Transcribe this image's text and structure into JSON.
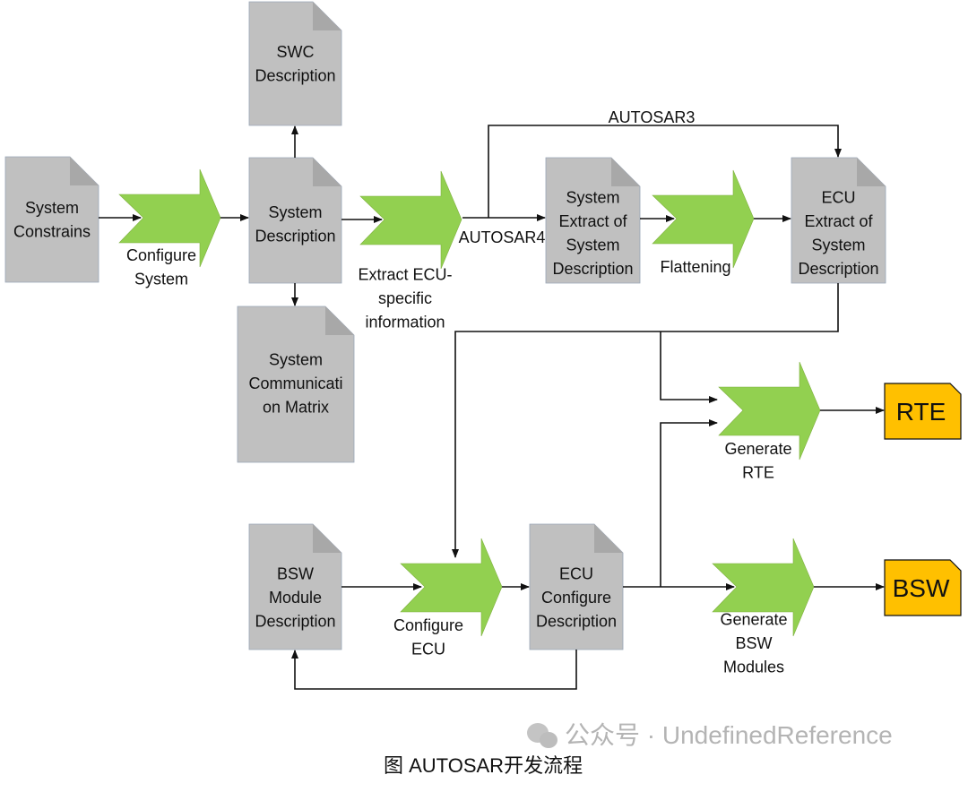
{
  "documents": [
    {
      "id": "system-constrains",
      "lines": [
        "System",
        "Constrains"
      ]
    },
    {
      "id": "swc-description",
      "lines": [
        "SWC",
        "Description"
      ]
    },
    {
      "id": "system-description",
      "lines": [
        "System",
        "Description"
      ]
    },
    {
      "id": "system-communication-matrix",
      "lines": [
        "System",
        "Communicati",
        "on Matrix"
      ]
    },
    {
      "id": "system-extract",
      "lines": [
        "System",
        "Extract of",
        "System",
        "Description"
      ]
    },
    {
      "id": "ecu-extract",
      "lines": [
        "ECU",
        "Extract of",
        "System",
        "Description"
      ]
    },
    {
      "id": "bsw-module-description",
      "lines": [
        "BSW",
        "Module",
        "Description"
      ]
    },
    {
      "id": "ecu-configure-description",
      "lines": [
        "ECU",
        "Configure",
        "Description"
      ]
    }
  ],
  "outputs": [
    {
      "id": "rte",
      "label": "RTE"
    },
    {
      "id": "bsw",
      "label": "BSW"
    }
  ],
  "processes": [
    {
      "id": "configure-system",
      "lines": [
        "Configure",
        "System"
      ]
    },
    {
      "id": "extract-ecu",
      "lines": [
        "Extract ECU-",
        "specific",
        "information"
      ]
    },
    {
      "id": "flattening",
      "lines": [
        "Flattening"
      ]
    },
    {
      "id": "generate-rte",
      "lines": [
        "Generate",
        "RTE"
      ]
    },
    {
      "id": "configure-ecu",
      "lines": [
        "Configure",
        "ECU"
      ]
    },
    {
      "id": "generate-bsw",
      "lines": [
        "Generate",
        "BSW",
        "Modules"
      ]
    }
  ],
  "edge_labels": {
    "autosar3": "AUTOSAR3",
    "autosar4": "AUTOSAR4"
  },
  "colors": {
    "document": "#c0c0c0",
    "document_fold": "#a8a8a8",
    "process": "#92d050",
    "output": "#ffc000"
  },
  "caption": "图 AUTOSAR开发流程",
  "watermark": "公众号 · UndefinedReference"
}
